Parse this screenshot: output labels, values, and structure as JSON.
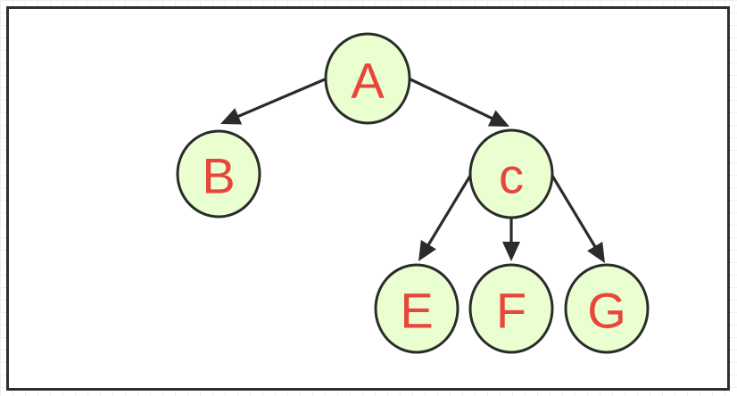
{
  "diagram": {
    "type": "tree",
    "nodes": [
      {
        "id": "A",
        "label": "A"
      },
      {
        "id": "B",
        "label": "B"
      },
      {
        "id": "C",
        "label": "c"
      },
      {
        "id": "E",
        "label": "E"
      },
      {
        "id": "F",
        "label": "F"
      },
      {
        "id": "G",
        "label": "G"
      }
    ],
    "edges": [
      {
        "from": "A",
        "to": "B"
      },
      {
        "from": "A",
        "to": "C"
      },
      {
        "from": "C",
        "to": "E"
      },
      {
        "from": "C",
        "to": "F"
      },
      {
        "from": "C",
        "to": "G"
      }
    ],
    "colors": {
      "node_fill": "#eaffcf",
      "node_stroke": "#2b2b2b",
      "label_text": "#e8453c",
      "edge": "#2b2b2b",
      "frame_border": "#2f2f2f"
    }
  }
}
